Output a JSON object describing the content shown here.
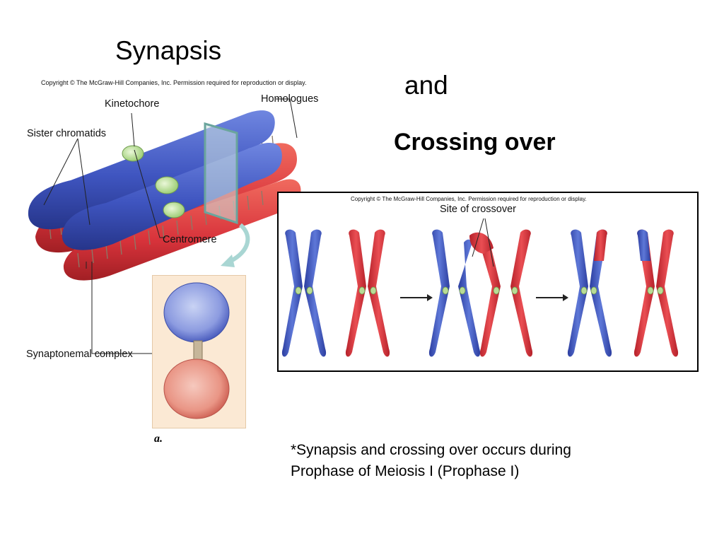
{
  "slide": {
    "title_synapsis": "Synapsis",
    "title_and": "and",
    "title_crossing": "Crossing over",
    "note_line1": "*Synapsis and crossing over occurs during",
    "note_line2": "Prophase of Meiosis I  (Prophase I)"
  },
  "synapsis_figure": {
    "copyright": "Copyright © The McGraw-Hill Companies, Inc. Permission required for reproduction or display.",
    "labels": {
      "kinetochore": "Kinetochore",
      "homologues": "Homologues",
      "sister_chromatids": "Sister chromatids",
      "centromere": "Centromere",
      "synaptonemal_complex": "Synaptonemal complex"
    },
    "figure_letter": "a."
  },
  "crossover_figure": {
    "copyright": "Copyright © The McGraw-Hill Companies, Inc. Permission required for reproduction or display.",
    "site_label": "Site of crossover"
  },
  "colors": {
    "chromatid_blue": "#3f55c0",
    "chromatid_red": "#d8333b",
    "centromere_green": "#b9dc96"
  }
}
